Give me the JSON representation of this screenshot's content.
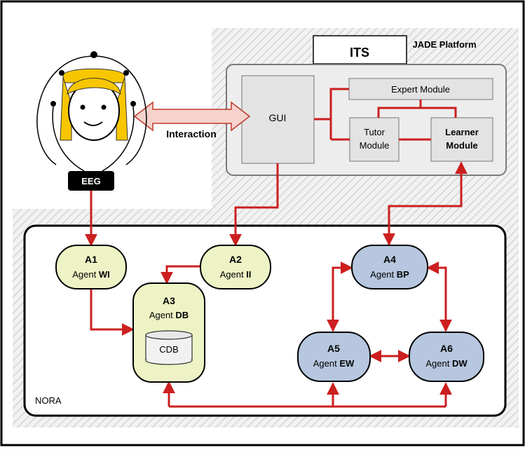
{
  "its": {
    "title": "ITS",
    "platform_label": "JADE Platform",
    "gui_label": "GUI",
    "expert_label": "Expert Module",
    "tutor_line1": "Tutor",
    "tutor_line2": "Module",
    "learner_line1": "Learner",
    "learner_line2": "Module"
  },
  "interaction_label": "Interaction",
  "eeg_label": "EEG",
  "nora_label": "NORA",
  "agents": {
    "a1": {
      "id": "A1",
      "prefix": "Agent ",
      "name": "WI"
    },
    "a2": {
      "id": "A2",
      "prefix": "Agent ",
      "name": "II"
    },
    "a3": {
      "id": "A3",
      "prefix": "Agent ",
      "name": "DB",
      "db": "CDB"
    },
    "a4": {
      "id": "A4",
      "prefix": "Agent ",
      "name": "BP"
    },
    "a5": {
      "id": "A5",
      "prefix": "Agent ",
      "name": "EW"
    },
    "a6": {
      "id": "A6",
      "prefix": "Agent ",
      "name": "DW"
    }
  },
  "colors": {
    "arrow": "#cc1f1f",
    "agent_green": "#eef3c6",
    "agent_blue": "#b6c7df",
    "hair": "#f7c600"
  }
}
